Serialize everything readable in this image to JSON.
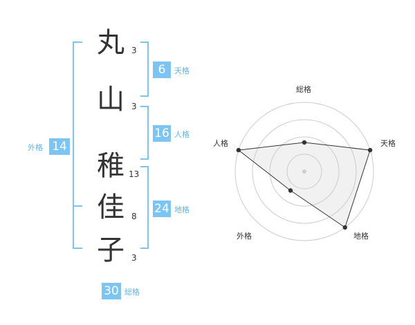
{
  "colors": {
    "accent": "#7cc4f1",
    "label": "#5bb6ee",
    "text": "#333333"
  },
  "name": {
    "characters": [
      {
        "char": "丸",
        "strokes": "3"
      },
      {
        "char": "山",
        "strokes": "3"
      },
      {
        "char": "稚",
        "strokes": "13"
      },
      {
        "char": "佳",
        "strokes": "8"
      },
      {
        "char": "子",
        "strokes": "3"
      }
    ]
  },
  "fortune": {
    "tenkaku": {
      "value": "6",
      "label": "天格"
    },
    "jinkaku": {
      "value": "16",
      "label": "人格"
    },
    "chikaku": {
      "value": "24",
      "label": "地格"
    },
    "gaikaku": {
      "value": "14",
      "label": "外格"
    },
    "soukaku": {
      "value": "30",
      "label": "総格"
    }
  },
  "chart_data": {
    "type": "radar",
    "axes": [
      "総格",
      "天格",
      "地格",
      "外格",
      "人格"
    ],
    "values": [
      0.42,
      1.0,
      1.0,
      0.34,
      1.0
    ],
    "range": [
      0,
      1
    ],
    "rings": 4,
    "grid": true
  }
}
